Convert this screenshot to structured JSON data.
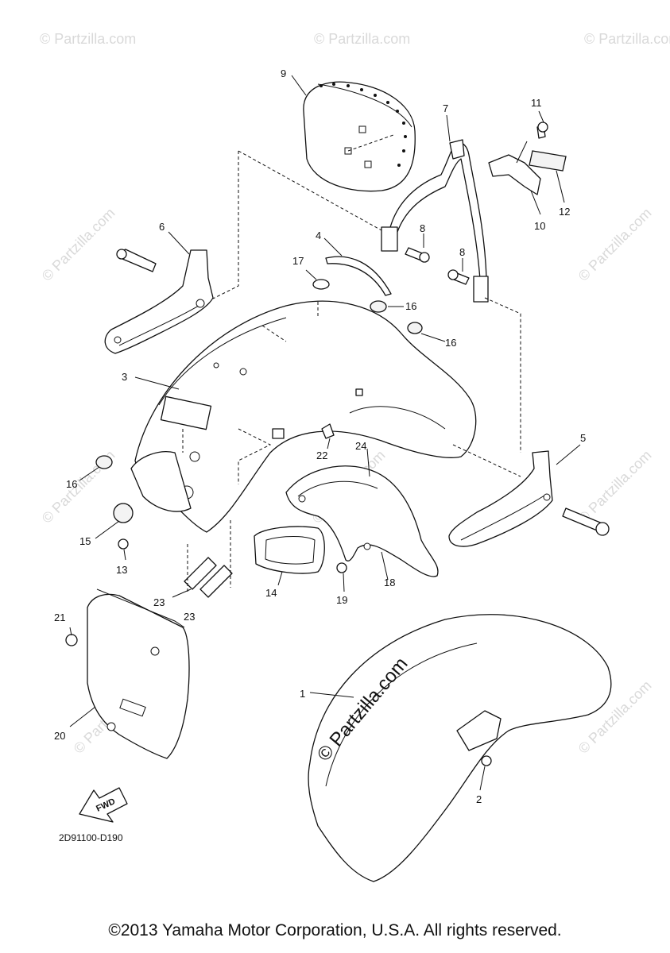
{
  "diagram": {
    "code": "2D91100-D190",
    "direction_label": "FWD",
    "copyright": "©2013 Yamaha Motor Corporation, U.S.A. All rights reserved.",
    "watermark": "© Partzilla.com",
    "watermark_main": "© Partzilla.com",
    "callouts": [
      "1",
      "2",
      "3",
      "4",
      "5",
      "6",
      "7",
      "8",
      "8",
      "9",
      "10",
      "11",
      "12",
      "13",
      "14",
      "15",
      "16",
      "16",
      "16",
      "17",
      "18",
      "19",
      "20",
      "21",
      "22",
      "23",
      "23",
      "24"
    ]
  }
}
